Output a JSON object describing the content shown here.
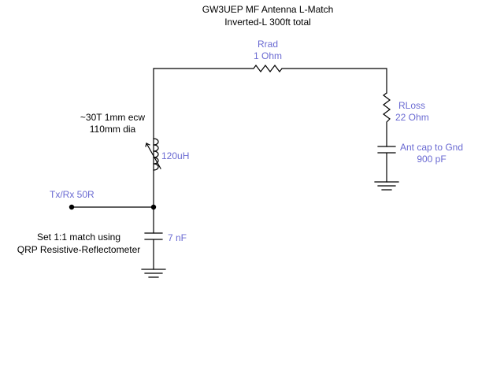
{
  "title": {
    "line1": "GW3UEP MF Antenna L-Match",
    "line2": "Inverted-L 300ft total"
  },
  "components": {
    "rrad": {
      "name": "Rrad",
      "value": "1  Ohm"
    },
    "rloss": {
      "name": "RLoss",
      "value": "22  Ohm"
    },
    "antcap": {
      "name": "Ant cap to Gnd",
      "value": "900 pF"
    },
    "inductor": {
      "value": "120uH",
      "note1": "~30T 1mm ecw",
      "note2": "110mm dia"
    },
    "input": {
      "label": "Tx/Rx 50R"
    },
    "matchcap": {
      "value": "7 nF"
    }
  },
  "notes": {
    "line1": "Set 1:1 match using",
    "line2": "QRP Resistive-Reflectometer"
  },
  "colors": {
    "wire": "#000000",
    "label": "#6a6ad2",
    "text": "#000000"
  }
}
